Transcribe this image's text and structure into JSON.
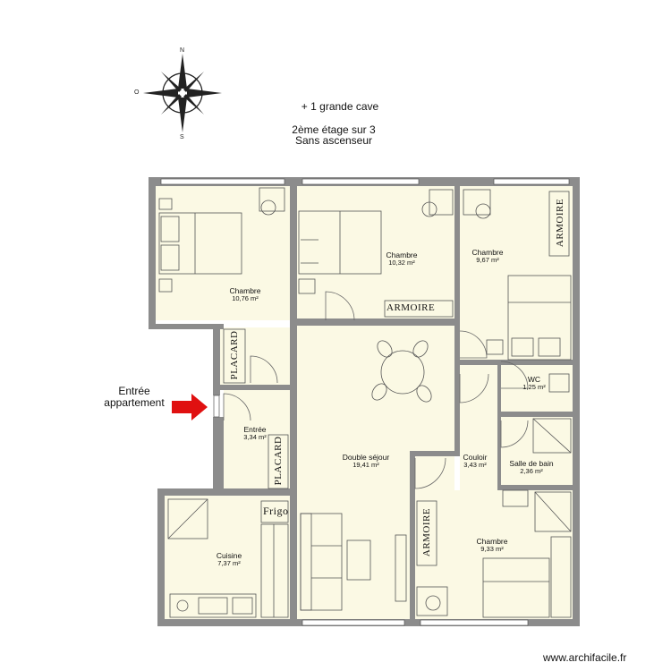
{
  "notes": {
    "cave": "+ 1 grande cave",
    "floor": "2ème étage sur 3",
    "elevator": "Sans ascenseur"
  },
  "compass": {
    "north": "N",
    "south": "S",
    "west": "O"
  },
  "entry_label": {
    "line1": "Entrée",
    "line2": "appartement"
  },
  "rooms": {
    "chambre1": {
      "name": "Chambre",
      "area": "10,76 m²"
    },
    "chambre2": {
      "name": "Chambre",
      "area": "10,32 m²"
    },
    "chambre3": {
      "name": "Chambre",
      "area": "9,67 m²"
    },
    "entree": {
      "name": "Entrée",
      "area": "3,34 m²"
    },
    "sejour": {
      "name": "Double séjour",
      "area": "19,41 m²"
    },
    "couloir": {
      "name": "Couloir",
      "area": "3,43 m²"
    },
    "wc": {
      "name": "WC",
      "area": "1,25 m²"
    },
    "sdb": {
      "name": "Salle de bain",
      "area": "2,36 m²"
    },
    "cuisine": {
      "name": "Cuisine",
      "area": "7,37 m²"
    },
    "chambre4": {
      "name": "Chambre",
      "area": "9,33 m²"
    }
  },
  "tags": {
    "armoire_top": "ARMOIRE",
    "armoire_right": "ARMOIRE",
    "armoire_bottom": "ARMOIRE",
    "placard1": "PLACARD",
    "placard2": "PLACARD",
    "frigo": "Frigo"
  },
  "credit": "www.archifacile.fr",
  "colors": {
    "floor": "#fbf9e4",
    "wall": "#8c8c8c",
    "arrow": "#e01010",
    "furniture": "#555555"
  }
}
